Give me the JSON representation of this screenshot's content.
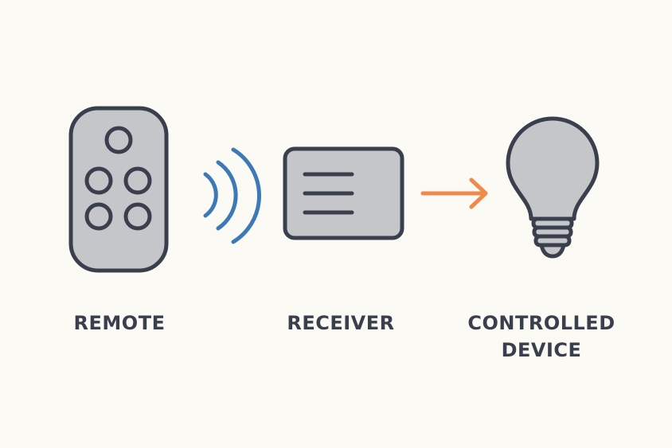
{
  "labels": {
    "remote": "REMOTE",
    "receiver": "RECEIVER",
    "device": "CONTROLLED\nDEVICE"
  },
  "colors": {
    "background": "#fcfaf5",
    "body_fill": "#c5c6ca",
    "outline": "#3a3f4d",
    "signal": "#3d7ab5",
    "arrow": "#f08a4b",
    "label_text": "#3a3f4d"
  },
  "icons": {
    "remote": "remote-control-icon",
    "signal": "wireless-signal-icon",
    "receiver": "receiver-box-icon",
    "arrow": "arrow-right-icon",
    "device": "light-bulb-icon"
  }
}
